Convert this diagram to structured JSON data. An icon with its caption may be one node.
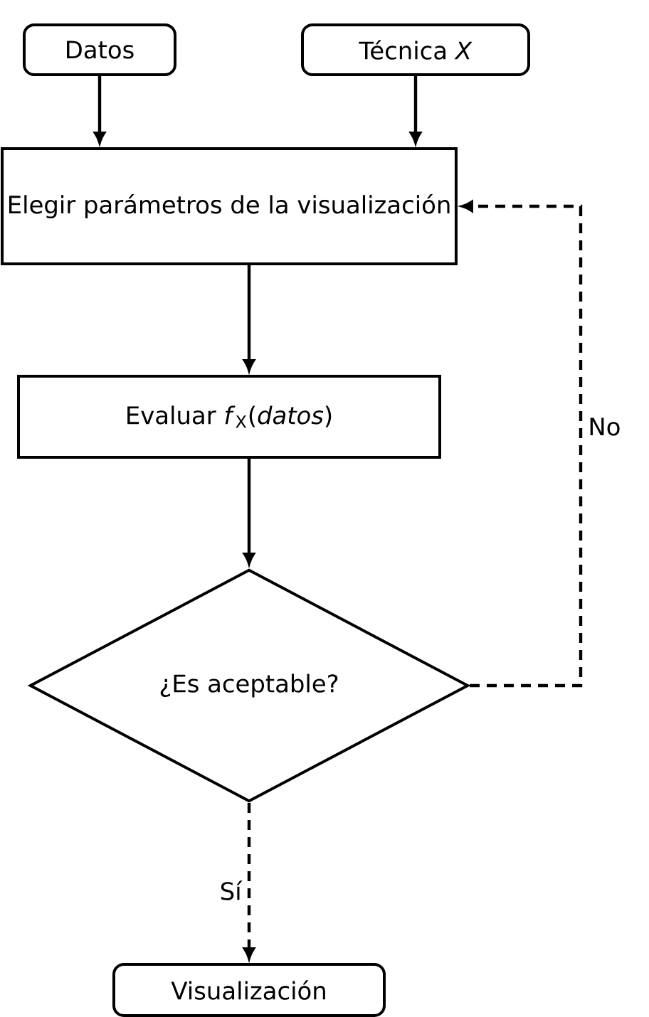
{
  "diagram": {
    "nodes": [
      {
        "text": [
          "Datos"
        ]
      },
      {
        "text": [
          "Técnica *X*"
        ]
      },
      {
        "text": [
          "Elegir parámetros de la visualización"
        ]
      },
      {
        "text": [
          "Evaluar *f*$_{X}$(*datos*)"
        ]
      },
      {
        "text": [
          "¿Es aceptable?"
        ]
      },
      {
        "text": [
          "Visualización"
        ]
      }
    ],
    "edges": [
      {
        "from": 0,
        "to": 2,
        "arrow": "to"
      },
      {
        "from": 1,
        "to": 2,
        "arrow": "to"
      },
      {
        "from": 2,
        "to": 3,
        "arrow": "to"
      },
      {
        "from": 3,
        "to": 4,
        "arrow": "to"
      },
      {
        "from": 4,
        "to": 2,
        "arrow": "to",
        "style": "dashed",
        "label": "No"
      },
      {
        "from": 4,
        "to": 5,
        "arrow": "to",
        "style": "dashed",
        "label": "Sí"
      }
    ]
  }
}
